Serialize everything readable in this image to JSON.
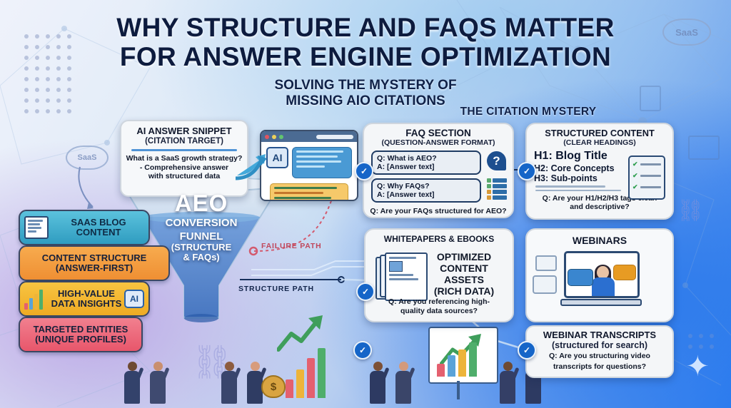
{
  "header": {
    "title_line1": "WHY STRUCTURE AND FAQS MATTER",
    "title_line2": "FOR ANSWER ENGINE OPTIMIZATION",
    "subtitle_line1": "SOLVING THE MYSTERY OF",
    "subtitle_line2": "MISSING AIO CITATIONS",
    "section_label": "THE CITATION MYSTERY"
  },
  "ai_snippet": {
    "title": "AI ANSWER SNIPPET",
    "subtitle": "(CITATION TARGET)",
    "body_line1": "What is a SaaS growth strategy?",
    "body_line2": "- Comprehensive answer",
    "body_line3": "with structured data"
  },
  "browser": {
    "ai_badge": "AI"
  },
  "funnel": {
    "title": "AEO",
    "line1": "CONVERSION",
    "line2": "FUNNEL",
    "line3": "(STRUCTURE",
    "line4": "& FAQs)"
  },
  "paths": {
    "failure": "FAILURE PATH",
    "structure": "STRUCTURE PATH"
  },
  "pills": [
    {
      "label_line1": "SAAS BLOG",
      "label_line2": "CONTENT",
      "icon": "newspaper-icon",
      "color": "#3ab0cf"
    },
    {
      "label_line1": "CONTENT STRUCTURE",
      "label_line2": "(ANSWER-FIRST)",
      "icon": "none",
      "color": "#ef8f33"
    },
    {
      "label_line1": "HIGH-VALUE",
      "label_line2": "DATA INSIGHTS",
      "icon": "bar-chart-icon",
      "color": "#eeab24"
    },
    {
      "label_line1": "TARGETED ENTITIES",
      "label_line2": "(UNIQUE PROFILES)",
      "icon": "none",
      "color": "#e8566b"
    }
  ],
  "pill2_badge": "AI",
  "faq_card": {
    "title": "FAQ SECTION",
    "subtitle": "(QUESTION-ANSWER FORMAT)",
    "items": [
      {
        "q": "Q: What is AEO?",
        "a": "A: [Answer text]"
      },
      {
        "q": "Q: Why FAQs?",
        "a": "A: [Answer text]"
      }
    ],
    "question": "Q: Are your FAQs structured for AEO?",
    "question_mark": "?"
  },
  "structured_card": {
    "title": "STRUCTURED CONTENT",
    "subtitle": "(CLEAR HEADINGS)",
    "h1": "H1: Blog Title",
    "h2": "H2: Core Concepts",
    "h3": "H3: Sub-points",
    "question_line1": "Q: Are your H1/H2/H3 tags clean",
    "question_line2": "and descriptive?"
  },
  "whitepapers_card": {
    "title": "WHITEPAPERS & EBOOKS",
    "text_line1": "OPTIMIZED",
    "text_line2": "CONTENT",
    "text_line3": "ASSETS",
    "text_line4": "(RICH DATA)",
    "question_line1": "Q: Are you referencing high-",
    "question_line2": "quality data sources?"
  },
  "webinars_card": {
    "title": "WEBINARS"
  },
  "transcripts_card": {
    "title": "WEBINAR TRANSCRIPTS",
    "subtitle": "(structured for search)",
    "question_line1": "Q: Are you structuring video",
    "question_line2": "transcripts for questions?"
  },
  "decor": {
    "cloud_left": "SaaS",
    "cloud_right": "SaaS",
    "check_mark": "✓",
    "money_symbol": "$",
    "link_glyph": "🔗",
    "sparkle_glyph": "✦"
  },
  "colors": {
    "headline": "#0d1b3e",
    "accent_blue": "#1565c8",
    "failure_red": "#c0485c",
    "pill_teal": "#3ab0cf",
    "pill_orange": "#ef8f33",
    "pill_amber": "#eeab24",
    "pill_red": "#e8566b"
  }
}
